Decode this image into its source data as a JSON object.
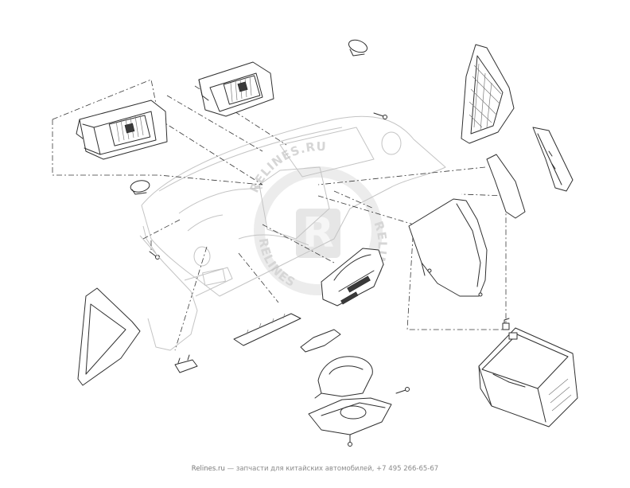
{
  "watermark": {
    "arc_text": "RELINES.RU",
    "side_text": "RELINES",
    "logo_letter": "R"
  },
  "footer": {
    "site": "Relines.ru",
    "separator": " — ",
    "tagline": "запчасти для китайских автомобилей, +7 495 266-65-67"
  }
}
